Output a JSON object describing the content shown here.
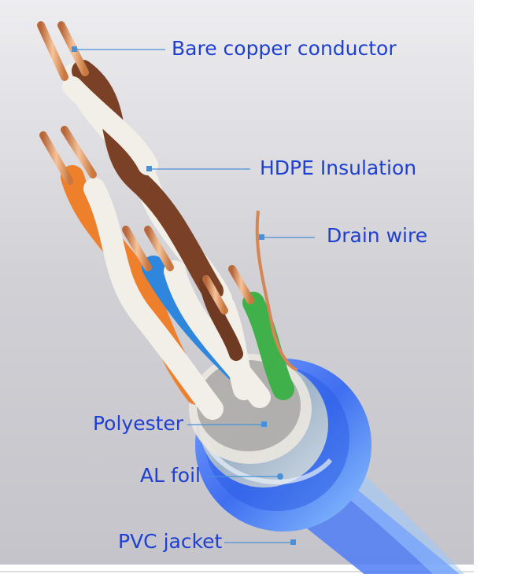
{
  "labels": {
    "bare_copper_conductor": "Bare copper conductor",
    "hdpe_insulation": "HDPE Insulation",
    "drain_wire": "Drain wire",
    "polyester": "Polyester",
    "al_foil": "AL foil",
    "pvc_jacket": "PVC jacket"
  },
  "colors": {
    "background": "#c9c9ce",
    "label_text": "#1e3fd0",
    "leader_line": "#4a90d9",
    "jacket": "#3f6ef0",
    "foil": "#9fb3c8",
    "copper": "#e8a06a",
    "pair_brown": "#7a4127",
    "pair_orange": "#ee7f2b",
    "pair_blue": "#2f86dd",
    "pair_green": "#3fb04a",
    "pair_white": "#f1efe8"
  }
}
